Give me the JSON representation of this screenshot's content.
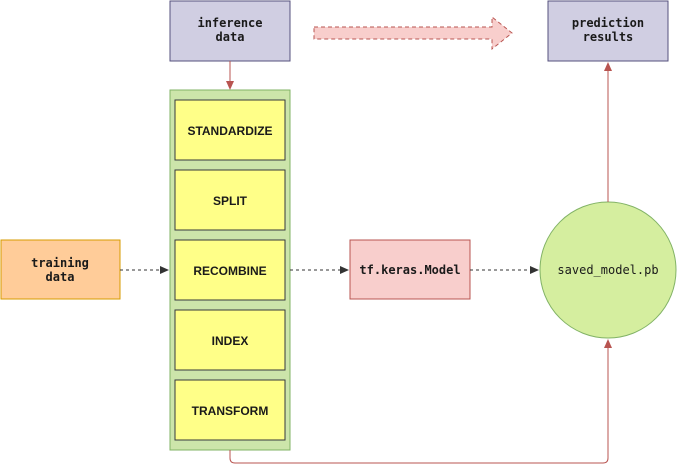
{
  "nodes": {
    "inference_data": {
      "line1": "inference",
      "line2": "data",
      "fill": "#d0cee2",
      "stroke": "#56517e"
    },
    "prediction_results": {
      "line1": "prediction",
      "line2": "results",
      "fill": "#d0cee2",
      "stroke": "#56517e"
    },
    "training_data": {
      "line1": "training",
      "line2": "data",
      "fill": "#ffcc99",
      "stroke": "#d79b00"
    },
    "pipeline": {
      "container_fill": "#cce5aa",
      "container_stroke": "#82b366",
      "step_fill": "#ffff88",
      "step_stroke": "#36393d",
      "steps": [
        "STANDARDIZE",
        "SPLIT",
        "RECOMBINE",
        "INDEX",
        "TRANSFORM"
      ]
    },
    "keras_model": {
      "label": "tf.keras.Model",
      "fill": "#f8cecc",
      "stroke": "#b85450"
    },
    "saved_model": {
      "label": "saved_model.pb",
      "fill": "#d5e8d4",
      "stroke": "#82b366"
    }
  },
  "colors": {
    "dashed_edge": "#333333",
    "solid_edge": "#b85450",
    "big_arrow_fill": "#f8cecc",
    "big_arrow_stroke": "#b85450"
  }
}
